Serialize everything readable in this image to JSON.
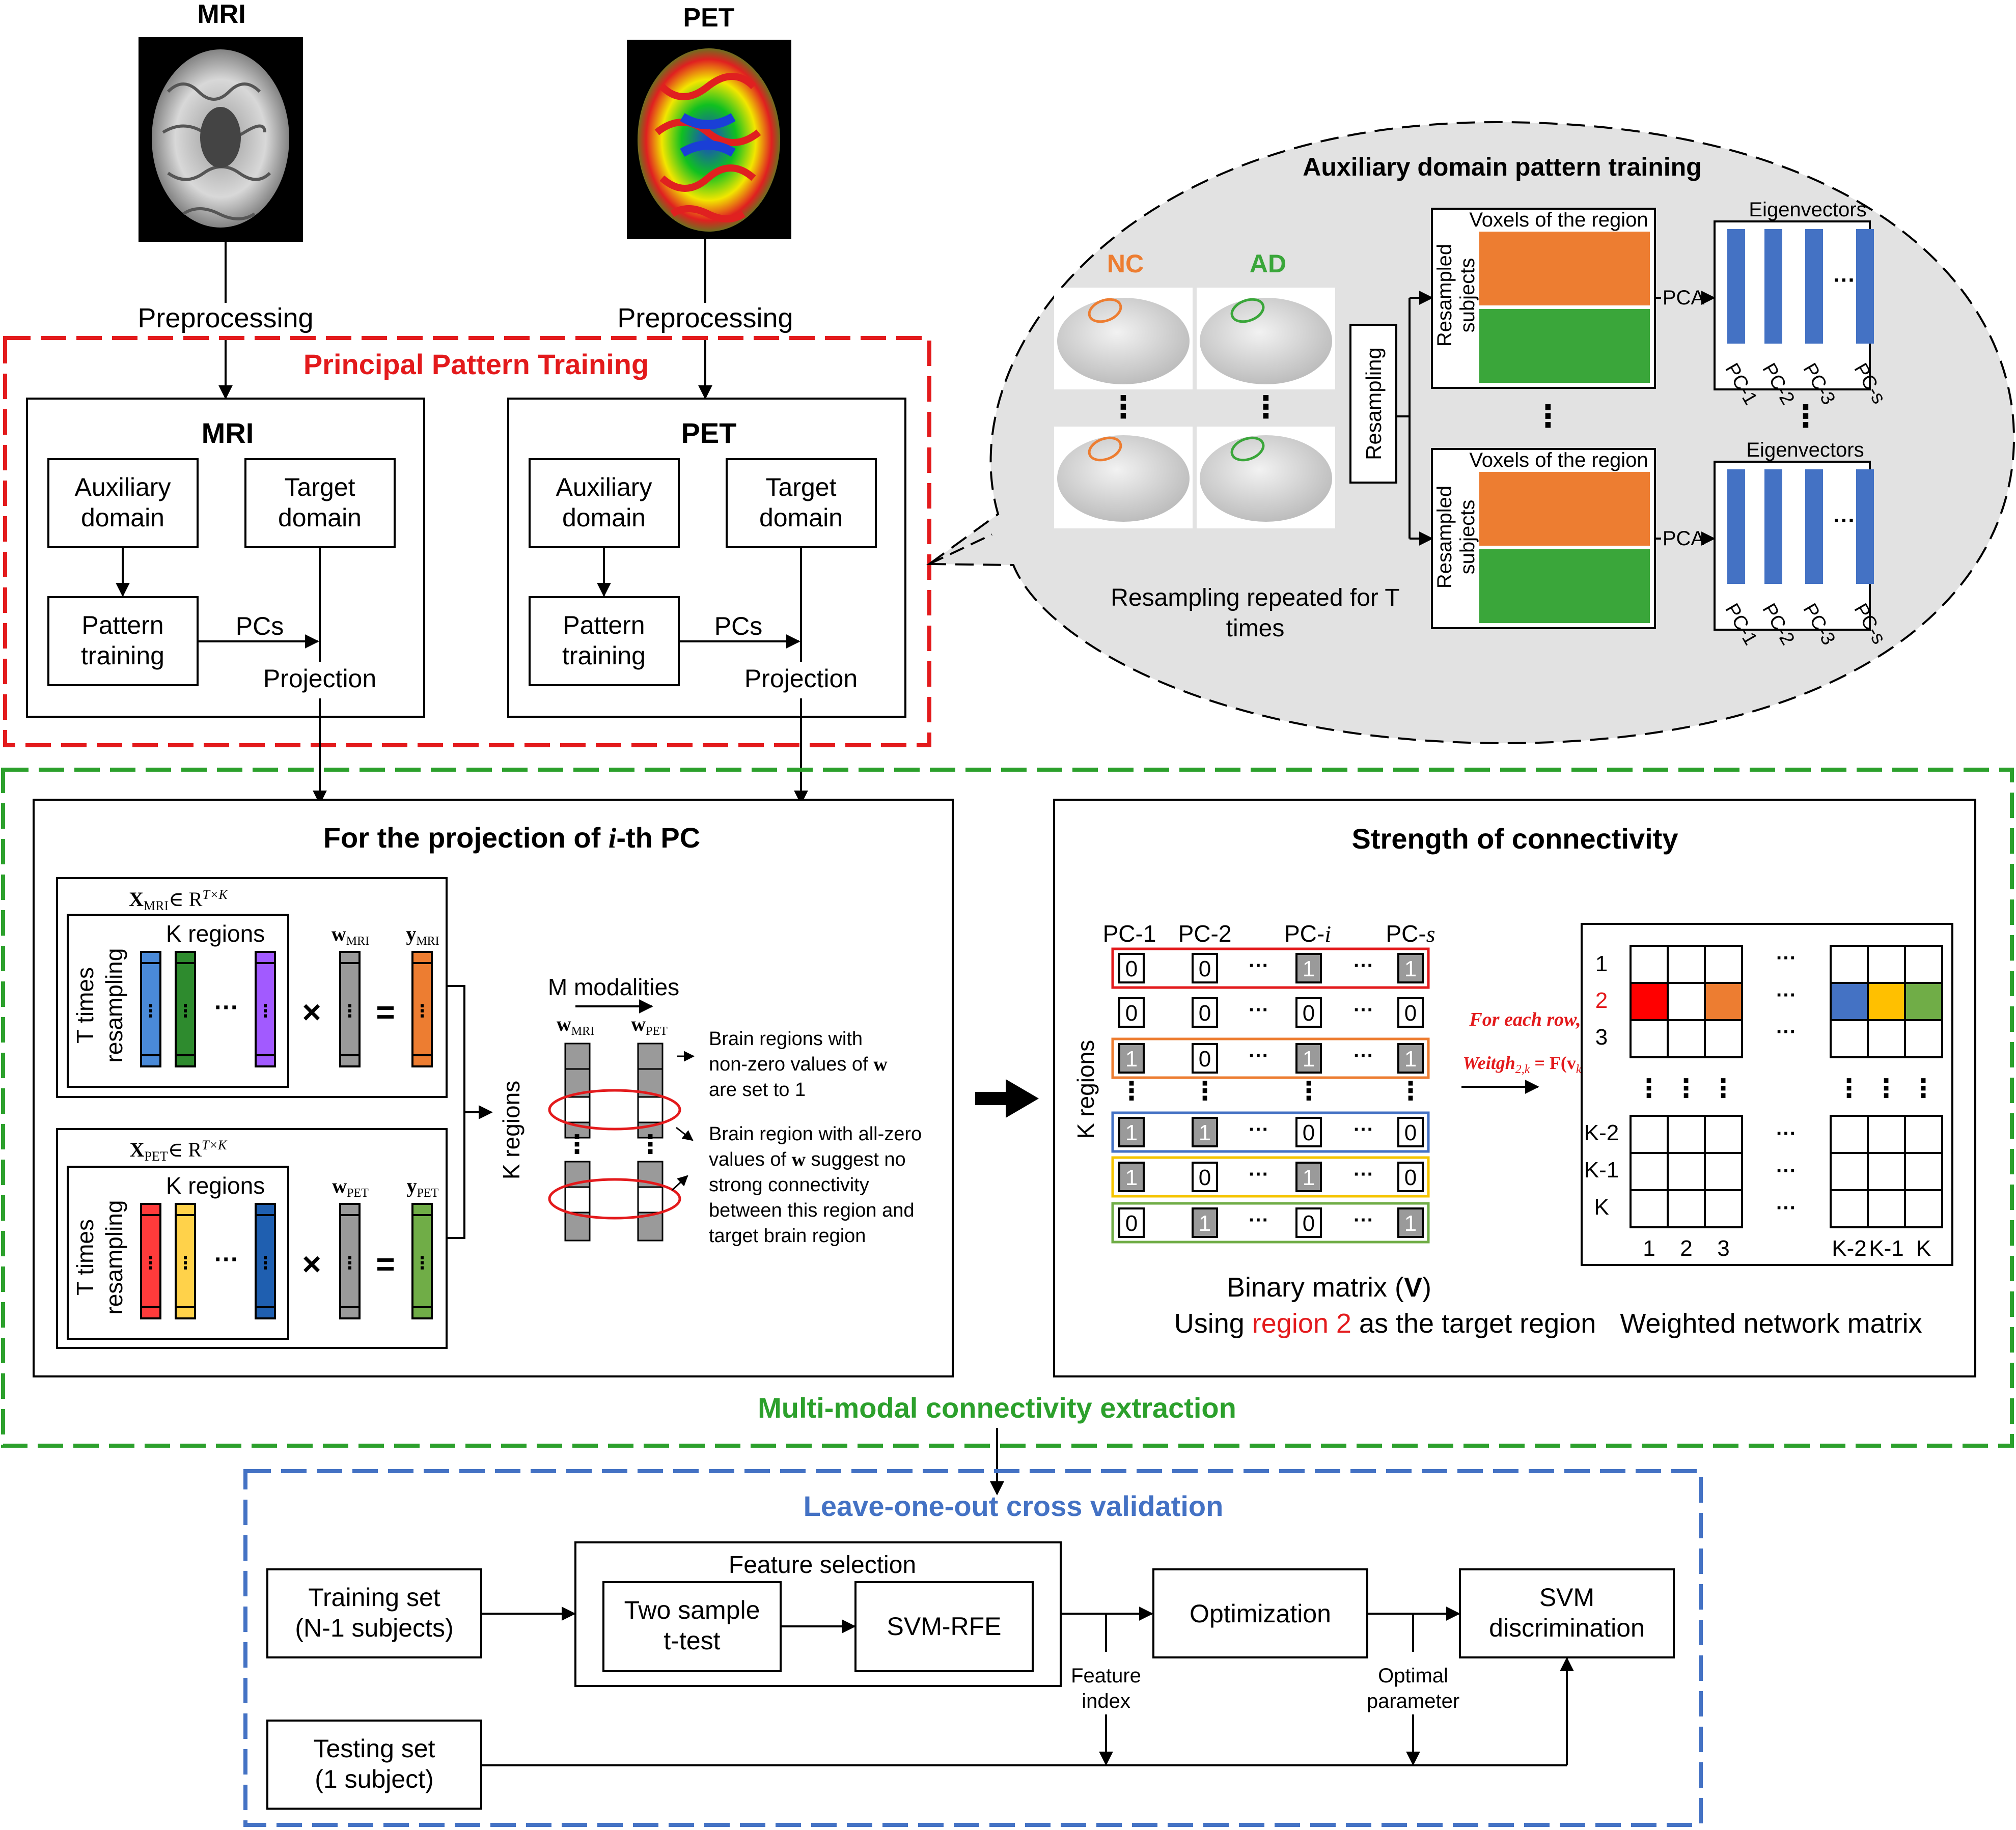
{
  "top": {
    "mri_label": "MRI",
    "pet_label": "PET",
    "preprocessing_mri": "Preprocessing",
    "preprocessing_pet": "Preprocessing"
  },
  "principal": {
    "title": "Principal Pattern Training",
    "mri": {
      "title": "MRI",
      "aux_line1": "Auxiliary",
      "aux_line2": "domain",
      "target_line1": "Target",
      "target_line2": "domain",
      "pattern_line1": "Pattern",
      "pattern_line2": "training",
      "pcs": "PCs",
      "projection": "Projection"
    },
    "pet": {
      "title": "PET",
      "aux_line1": "Auxiliary",
      "aux_line2": "domain",
      "target_line1": "Target",
      "target_line2": "domain",
      "pattern_line1": "Pattern",
      "pattern_line2": "training",
      "pcs": "PCs",
      "projection": "Projection"
    }
  },
  "aux": {
    "title": "Auxiliary domain pattern training",
    "nc": "NC",
    "ad": "AD",
    "resampling": "Resampling",
    "repeated_line1": "Resampling repeated for T",
    "repeated_line2": "times",
    "voxels": "Voxels of the region",
    "resampled_line1": "Resampled",
    "resampled_line2": "subjects",
    "pca": "PCA",
    "eigenvectors": "Eigenvectors",
    "pc_labels": [
      "PC-1",
      "PC-2",
      "PC-3",
      "PC-s"
    ],
    "dots_v": "⋮",
    "dots_h": "···"
  },
  "multimodal": {
    "title": "Multi-modal connectivity extraction",
    "projection_title_pre": "For the projection of ",
    "projection_title_i": "i",
    "projection_title_post": "-th PC",
    "x_mri": "X",
    "x_mri_sub": "MRI",
    "x_set": "∈ R",
    "x_sup": "T×K",
    "x_pet": "X",
    "x_pet_sub": "PET",
    "k_regions": "K regions",
    "t_times_line1": "T times",
    "t_times_line2": "resampling",
    "w": "w",
    "y": "y",
    "sub_mri": "MRI",
    "sub_pet": "PET",
    "times": "×",
    "equals": "=",
    "m_modalities": "M modalities",
    "k_regions_side": "K regions",
    "note1_line1": "Brain regions with",
    "note1_line2": "non-zero values of",
    "note1_w": "w",
    "note1_line3": "are set to 1",
    "note2_line1": "Brain region with all-zero",
    "note2_line2": "values of",
    "note2_w": "w",
    "note2_line2b": "suggest no",
    "note2_line3": "strong connectivity",
    "note2_line4": "between this region and",
    "note2_line5": "target brain region"
  },
  "strength": {
    "title": "Strength of connectivity",
    "col_headers": [
      "PC-1",
      "PC-2",
      "PC-",
      "PC-"
    ],
    "col_header_i": "i",
    "col_header_s": "s",
    "k_regions": "K regions",
    "binary_line1_pre": "Binary matrix (",
    "binary_line1_v": "V",
    "binary_line1_post": ")",
    "binary_line2_pre": "Using ",
    "binary_line2_red": "region 2",
    "binary_line2_post": " as the target region",
    "for_each_row": "For each row,",
    "weight_formula_a": "Weitgh",
    "weight_formula_sub": "2,k",
    "weight_formula_b": " = F(v",
    "weight_formula_c": "k",
    "weight_formula_d": ")",
    "rows": [
      [
        "0",
        "0",
        "1",
        "1"
      ],
      [
        "0",
        "0",
        "0",
        "0"
      ],
      [
        "1",
        "0",
        "1",
        "1"
      ],
      [
        "1",
        "1",
        "0",
        "0"
      ],
      [
        "1",
        "0",
        "1",
        "0"
      ],
      [
        "0",
        "1",
        "0",
        "1"
      ]
    ],
    "row_colors": [
      "#e31a1c",
      null,
      "#ed7d31",
      "#4472c4",
      "#f5c400",
      "#70ad47"
    ],
    "weighted_title": "Weighted network matrix",
    "row_labels": [
      "1",
      "2",
      "3",
      "K-2",
      "K-1",
      "K"
    ],
    "col_labels": [
      "1",
      "2",
      "3",
      "K-2",
      "K-1",
      "K"
    ]
  },
  "loocv": {
    "title": "Leave-one-out cross validation",
    "training_line1": "Training set",
    "training_line2": "(N-1 subjects)",
    "feature_selection": "Feature selection",
    "ttest_line1": "Two sample",
    "ttest_line2": "t-test",
    "svmrfe": "SVM-RFE",
    "optimization": "Optimization",
    "svm_line1": "SVM",
    "svm_line2": "discrimination",
    "feature_index_line1": "Feature",
    "feature_index_line2": "index",
    "optimal_line1": "Optimal",
    "optimal_line2": "parameter",
    "testing_line1": "Testing set",
    "testing_line2": "(1 subject)"
  },
  "colors": {
    "red_dash": "#e31a1c",
    "green_dash": "#2ca02c",
    "blue_dash": "#4472c4",
    "orange": "#ed7d31",
    "green": "#3aa63a",
    "bar_blue": "#4472c4",
    "nc_orange": "#ed7d31",
    "ad_green": "#3aa63a",
    "blue_title": "#4472c4",
    "green_title": "#2ca02c",
    "red_title": "#e31a1c"
  }
}
